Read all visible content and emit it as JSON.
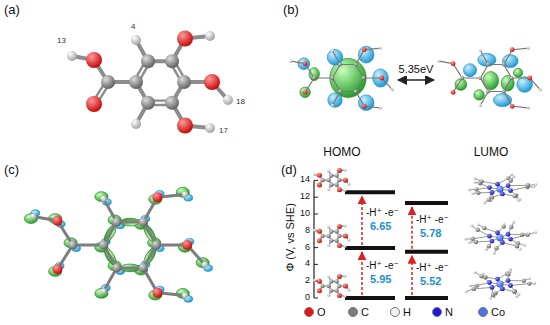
{
  "diagram": {
    "nodes": [
      {
        "text": [
          "HOMO"
        ]
      },
      {
        "text": [
          "LUMO"
        ]
      }
    ],
    "edges": [
      {
        "from": 0,
        "to": 1,
        "arrow": "both",
        "label": "5.35eV"
      }
    ],
    "labels": [
      "(a)",
      "13",
      "4",
      "18",
      "17",
      "(b)",
      "(c)",
      "(d)",
      "Φ (V, vs SHE)",
      "14",
      "12",
      "10",
      "8",
      "6",
      "4",
      "2",
      "0",
      "-H⁺ -e⁻",
      "6.65",
      "-H⁺ -e⁻",
      "5.95",
      "-H⁺ -e⁻",
      "5.78",
      "-H⁺ -e⁻",
      "5.52"
    ],
    "legend": [
      {
        "text": "O",
        "color": "#e8141a"
      },
      {
        "text": "C",
        "color": "#7a7a7a"
      },
      {
        "text": "H",
        "color": "#f2f2f2"
      },
      {
        "text": "N",
        "color": "#1a1ad8"
      },
      {
        "text": "Co",
        "color": "#4d74e0"
      }
    ]
  }
}
